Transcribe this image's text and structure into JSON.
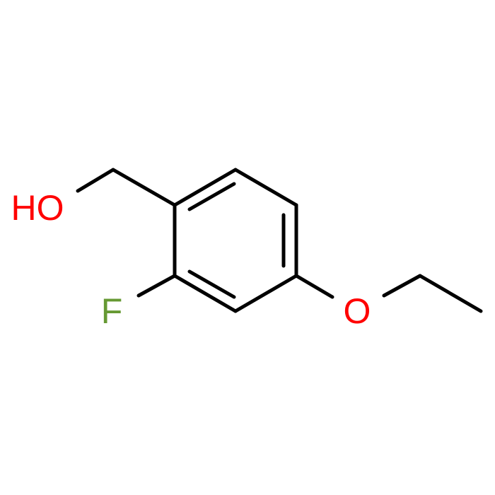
{
  "structure": {
    "atoms": {
      "hydroxyl": {
        "text": "HO",
        "color": "#ff0000"
      },
      "fluorine": {
        "text": "F",
        "color": "#669933"
      },
      "ether_oxygen": {
        "text": "O",
        "color": "#ff0000"
      }
    },
    "bond_color": "#000000",
    "background": "#ffffff"
  }
}
